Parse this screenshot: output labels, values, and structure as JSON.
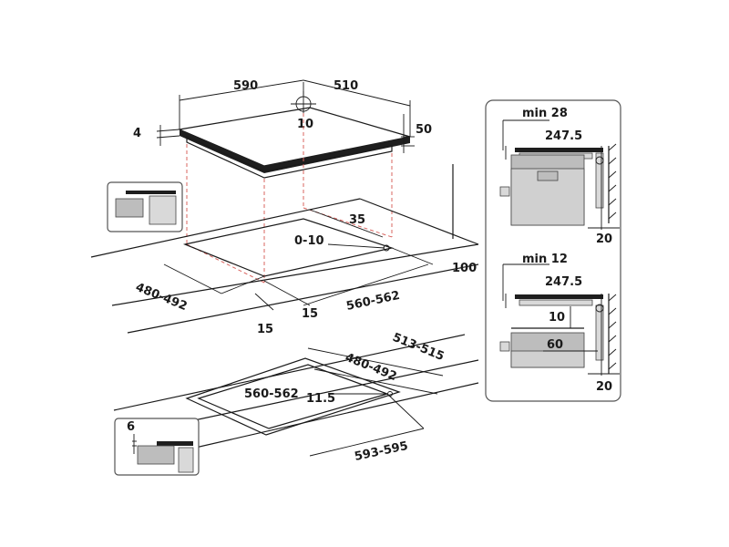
{
  "labels": {
    "top_width": "590",
    "top_depth": "510",
    "thickness_left": "4",
    "thickness_right": "50",
    "knob_clearance": "10",
    "rear_offset": "35",
    "rear_gap": "0-10",
    "cut_depth": "480-492",
    "cut_width": "560-562",
    "wall_offset": "100",
    "margin_left": "15",
    "margin_front": "15",
    "flush_depth_outer": "513-515",
    "flush_depth_inner": "480-492",
    "flush_width_inner": "560-562",
    "flush_gap": "11.5",
    "flush_width_outer": "593-595",
    "recess_depth": "6",
    "panel1_min": "min 28",
    "panel1_depth": "247.5",
    "panel1_wall": "20",
    "panel2_min": "min 12",
    "panel2_depth": "247.5",
    "panel2_gap": "10",
    "panel2_drawer": "60",
    "panel2_wall": "20"
  }
}
